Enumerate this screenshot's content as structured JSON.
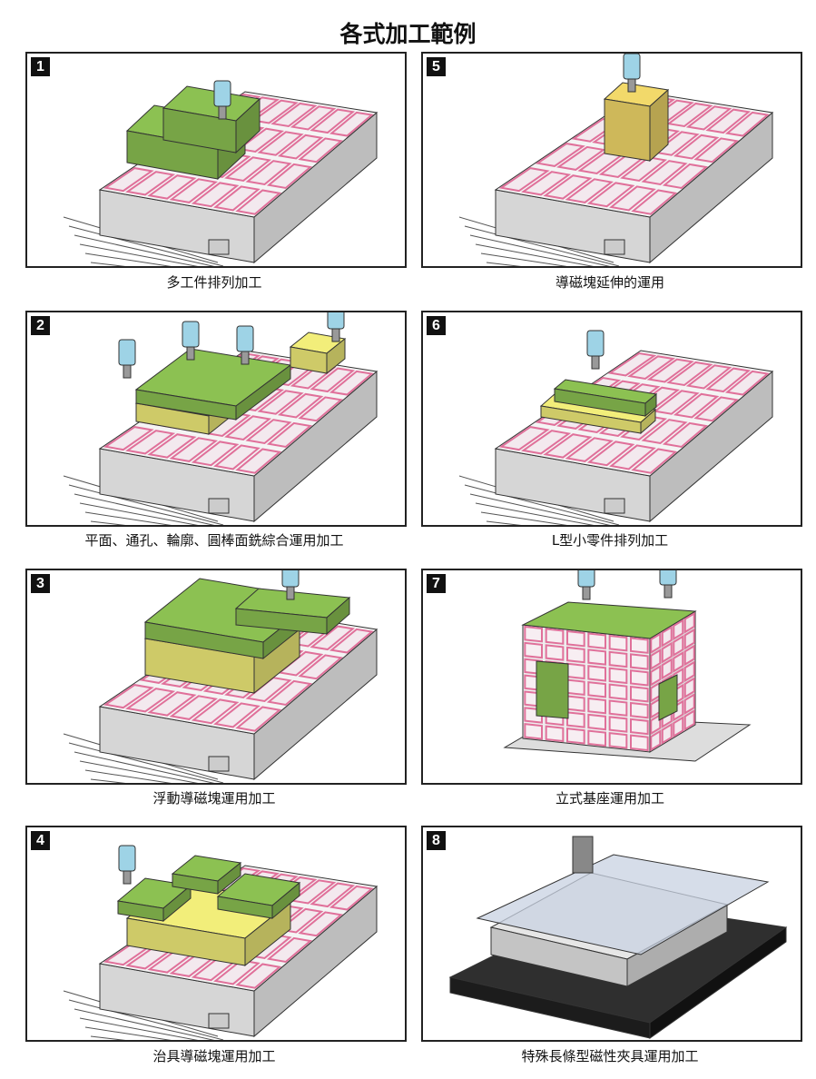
{
  "title": "各式加工範例",
  "panels": [
    {
      "number": "1",
      "caption": "多工件排列加工",
      "variant": "blocks"
    },
    {
      "number": "5",
      "caption": "導磁塊延伸的運用",
      "variant": "angle"
    },
    {
      "number": "2",
      "caption": "平面、通孔、輪廓、圓棒面銑綜合運用加工",
      "variant": "mixed"
    },
    {
      "number": "6",
      "caption": "L型小零件排列加工",
      "variant": "small"
    },
    {
      "number": "3",
      "caption": "浮動導磁塊運用加工",
      "variant": "floating"
    },
    {
      "number": "7",
      "caption": "立式基座運用加工",
      "variant": "cube"
    },
    {
      "number": "4",
      "caption": "治具導磁塊運用加工",
      "variant": "fixture"
    },
    {
      "number": "8",
      "caption": "特殊長條型磁性夾具運用加工",
      "variant": "long"
    }
  ],
  "colors": {
    "workpiece": "#8cc152",
    "pole": "#f2ee7a",
    "grid": "#e0709a",
    "chuck": "#cfcfcf",
    "tool": "#9ed3e6"
  }
}
